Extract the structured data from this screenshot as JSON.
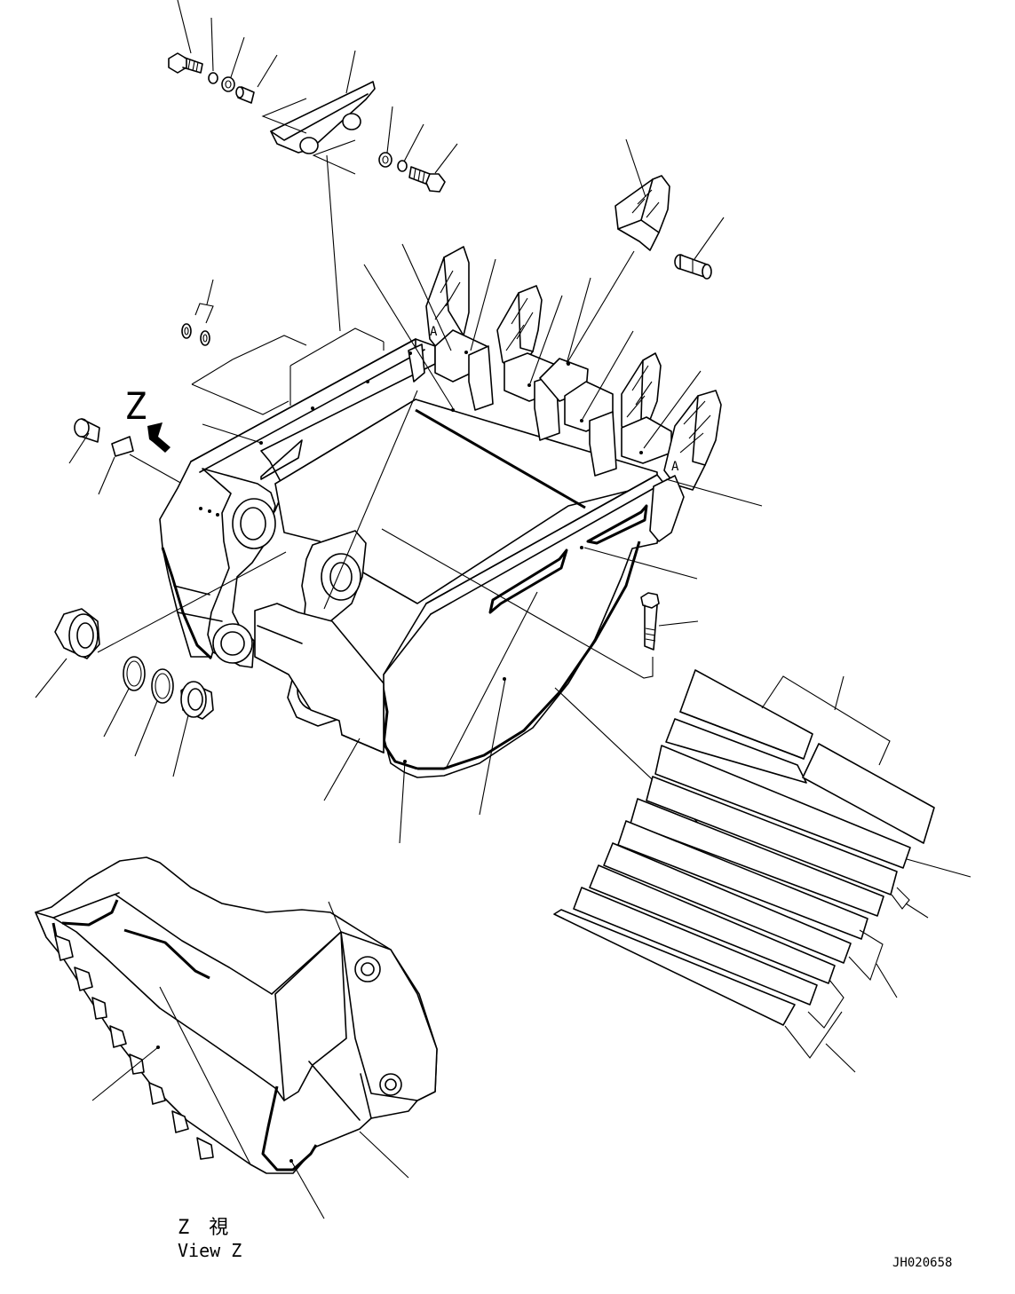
{
  "figure": {
    "z_mark": "Z",
    "view_label_jp": "Z　視",
    "view_label_en": "View Z",
    "drawing_number": "JH020658",
    "corner_labels": [
      "A",
      "A"
    ]
  }
}
